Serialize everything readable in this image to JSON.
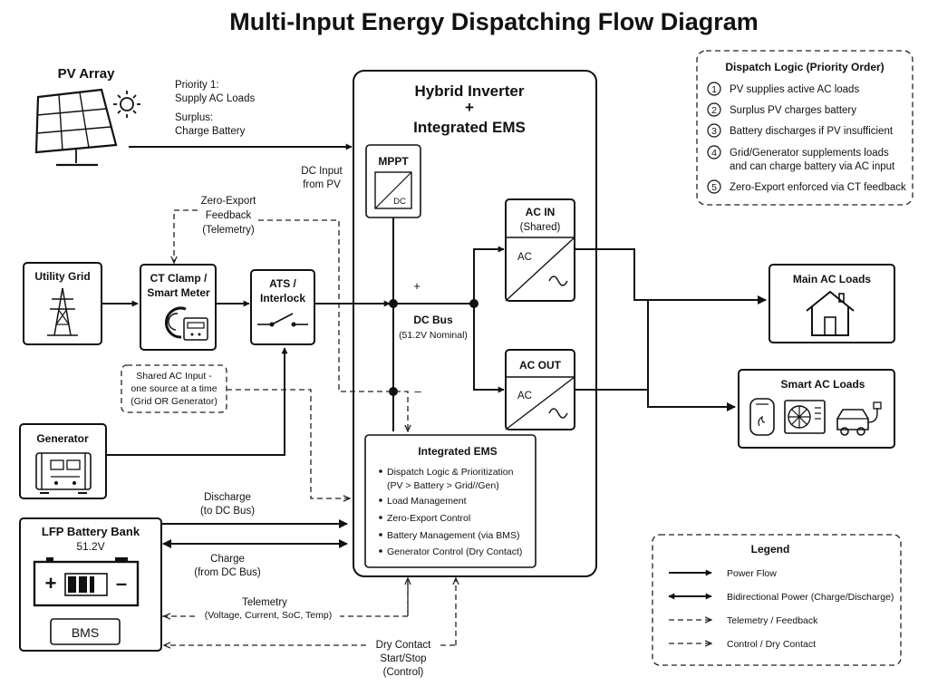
{
  "title": "Multi-Input Energy Dispatching Flow Diagram",
  "pv": {
    "name": "PV Array",
    "priority_1": "Priority 1:",
    "priority_1_detail": "Supply AC Loads",
    "surplus": "Surplus:",
    "surplus_detail": "Charge Battery",
    "dc_input_1": "DC Input",
    "dc_input_2": "from PV"
  },
  "inverter": {
    "title_1": "Hybrid Inverter",
    "plus": "+",
    "title_2": "Integrated EMS",
    "mppt": "MPPT",
    "mppt_dc": "DC",
    "dc_bus_plus": "+",
    "dc_bus_minus": "–",
    "dc_bus": "DC Bus",
    "dc_bus_nominal": "(51.2V Nominal)",
    "ac_in_1": "AC IN",
    "ac_in_2": "(Shared)",
    "ac_out": "AC OUT",
    "ac_label": "AC"
  },
  "ems": {
    "title": "Integrated EMS",
    "items": [
      "Dispatch Logic & Prioritization",
      "(PV > Battery > Grid//Gen)",
      "Load Management",
      "Zero-Export Control",
      "Battery Management (via BMS)",
      "Generator Control (Dry Contact)"
    ]
  },
  "zero_export": {
    "line1": "Zero-Export",
    "line2": "Feedback",
    "line3": "(Telemetry)"
  },
  "grid": {
    "name": "Utility Grid"
  },
  "ct": {
    "line1": "CT Clamp /",
    "line2": "Smart Meter"
  },
  "ats": {
    "line1": "ATS /",
    "line2": "Interlock"
  },
  "shared_note": {
    "line1": "Shared AC Input -",
    "line2": "one source at a time",
    "line3": "(Grid OR Generator)"
  },
  "generator": {
    "name": "Generator"
  },
  "battery": {
    "name": "LFP Battery Bank",
    "voltage": "51.2V",
    "plus": "+",
    "minus": "–",
    "bms": "BMS",
    "discharge_1": "Discharge",
    "discharge_2": "(to DC Bus)",
    "charge_1": "Charge",
    "charge_2": "(from DC Bus)",
    "telemetry_1": "Telemetry",
    "telemetry_2": "(Voltage, Current, SoC, Temp)"
  },
  "dry_contact": {
    "line1": "Dry Contact",
    "line2": "Start/Stop",
    "line3": "(Control)"
  },
  "main_loads": {
    "name": "Main AC Loads"
  },
  "smart_loads": {
    "name": "Smart AC Loads"
  },
  "dispatch": {
    "title": "Dispatch Logic (Priority Order)",
    "steps": [
      {
        "num": "1",
        "line1": "PV supplies active AC loads",
        "line2": ""
      },
      {
        "num": "2",
        "line1": "Surplus PV charges battery",
        "line2": ""
      },
      {
        "num": "3",
        "line1": "Battery discharges if PV insufficient",
        "line2": ""
      },
      {
        "num": "4",
        "line1": "Grid/Generator supplements loads",
        "line2": "and can charge battery via AC input"
      },
      {
        "num": "5",
        "line1": "Zero-Export enforced via CT feedback",
        "line2": ""
      }
    ]
  },
  "legend": {
    "title": "Legend",
    "items": [
      "Power Flow",
      "Bidirectional Power (Charge/Discharge)",
      "Telemetry / Feedback",
      "Control / Dry Contact"
    ]
  }
}
